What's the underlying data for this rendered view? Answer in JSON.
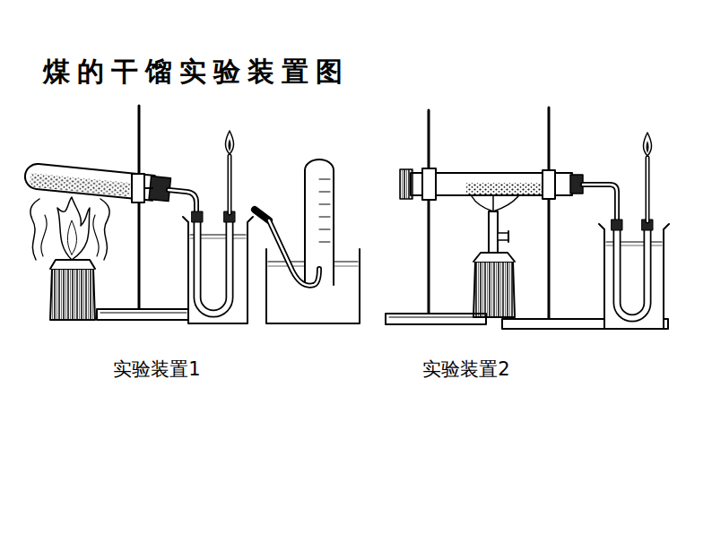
{
  "diagram": {
    "title": "煤的干馏实验装置图",
    "labels": [
      "实验装置1",
      "实验装置2"
    ]
  }
}
